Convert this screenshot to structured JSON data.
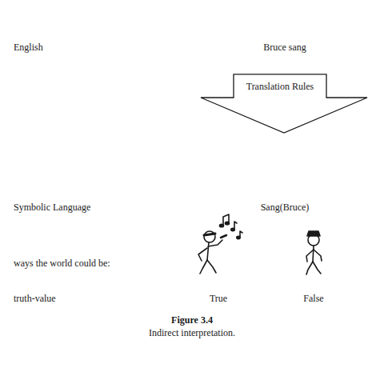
{
  "diagram": {
    "caption": "Indirect interpretation.",
    "nodes": [
      {
        "text": [
          "Translation Rules"
        ]
      }
    ],
    "labels": [
      "English",
      "Bruce sang",
      "Symbolic Language",
      "Sang(Bruce)",
      "ways the world could be:",
      "truth-value",
      "True",
      "False",
      "Figure 3.4"
    ]
  }
}
